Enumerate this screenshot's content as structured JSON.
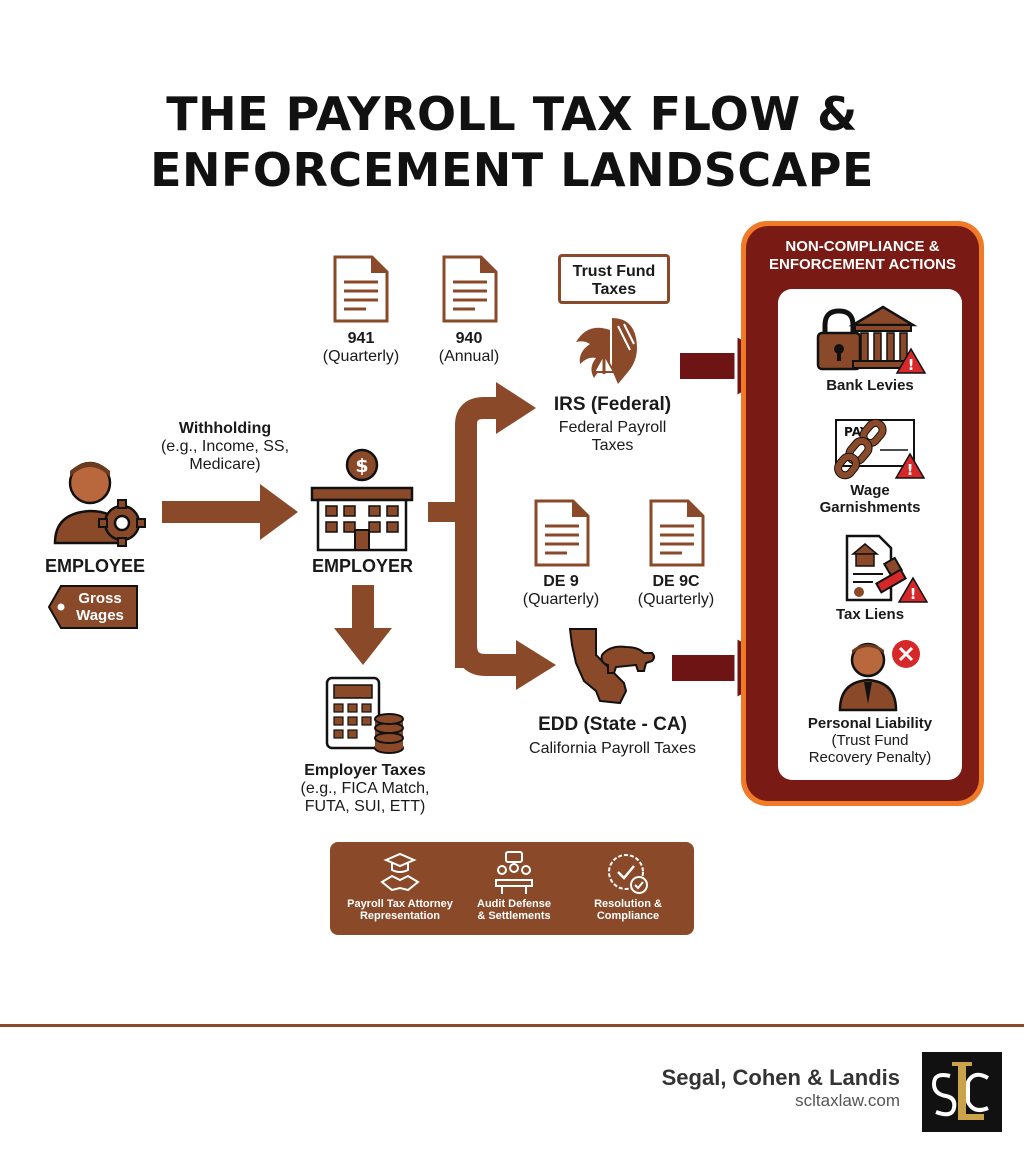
{
  "title": {
    "line1": "THE PAYROLL TAX FLOW &",
    "line2": "ENFORCEMENT LANDSCAPE"
  },
  "employee": {
    "label": "EMPLOYEE",
    "tag_line1": "Gross",
    "tag_line2": "Wages"
  },
  "withholding": {
    "line1": "Withholding",
    "line2": "(e.g., Income, SS,",
    "line3": "Medicare)"
  },
  "employer": {
    "label": "EMPLOYER"
  },
  "employer_taxes": {
    "line1": "Employer Taxes",
    "line2": "(e.g., FICA Match,",
    "line3": "FUTA, SUI, ETT)"
  },
  "forms_federal": [
    {
      "name": "941",
      "period": "(Quarterly)"
    },
    {
      "name": "940",
      "period": "(Annual)"
    }
  ],
  "trust_fund": {
    "line1": "Trust Fund",
    "line2": "Taxes"
  },
  "irs": {
    "name": "IRS (Federal)",
    "line1": "Federal Payroll",
    "line2": "Taxes"
  },
  "forms_state": [
    {
      "name": "DE 9",
      "period": "(Quarterly)"
    },
    {
      "name": "DE 9C",
      "period": "(Quarterly)"
    }
  ],
  "edd": {
    "name": "EDD (State - CA)",
    "desc": "California Payroll Taxes"
  },
  "enforcement": {
    "heading_line1": "NON-COMPLIANCE &",
    "heading_line2": "ENFORCEMENT ACTIONS",
    "bank_levies": "Bank Levies",
    "pay_text": "PAY",
    "wage_line1": "Wage",
    "wage_line2": "Garnishments",
    "tax_liens": "Tax Liens",
    "liability_line1": "Personal Liability",
    "liability_line2": "(Trust Fund",
    "liability_line3": "Recovery Penalty)"
  },
  "services": [
    {
      "line1": "Payroll Tax Attorney",
      "line2": "Representation"
    },
    {
      "line1": "Audit Defense",
      "line2": "& Settlements"
    },
    {
      "line1": "Resolution &",
      "line2": "Compliance"
    }
  ],
  "footer": {
    "firm": "Segal, Cohen & Landis",
    "website": "scltaxlaw.com"
  },
  "colors": {
    "brown": "#8a4a2a",
    "dark_red": "#6e1414",
    "orange": "#f07a25",
    "warning_red": "#d62828"
  }
}
